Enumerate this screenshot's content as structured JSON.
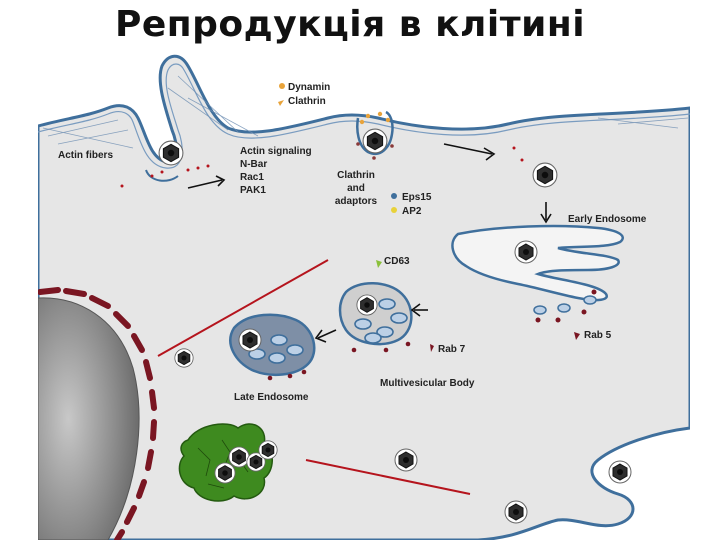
{
  "title": "Репродукція в клітині",
  "diagram": {
    "labels": {
      "dynamin": "Dynamin",
      "clathrin": "Clathrin",
      "actin_fibers": "Actin fibers",
      "actin_signaling": "Actin signaling",
      "n_bar": "N-Bar",
      "rac1": "Rac1",
      "pak1": "PAK1",
      "clathrin_line1": "Clathrin",
      "clathrin_line2": "and",
      "clathrin_line3": "adaptors",
      "eps15": "Eps15",
      "ap2": "AP2",
      "early_endosome": "Early Endosome",
      "cd63": "CD63",
      "rab5": "Rab 5",
      "rab7": "Rab 7",
      "late_endosome": "Late Endosome",
      "multivesicular_body": "Multivesicular Body"
    },
    "colors": {
      "cytoplasm": "#e6e6e6",
      "membrane": "#3f6f9c",
      "virus": "#3a3a3a",
      "nucleus": "#7a7a7a",
      "nuclear_envelope": "#7a1622",
      "actin_line": "#b5141d",
      "lysosome": "#3e8a1f"
    }
  }
}
